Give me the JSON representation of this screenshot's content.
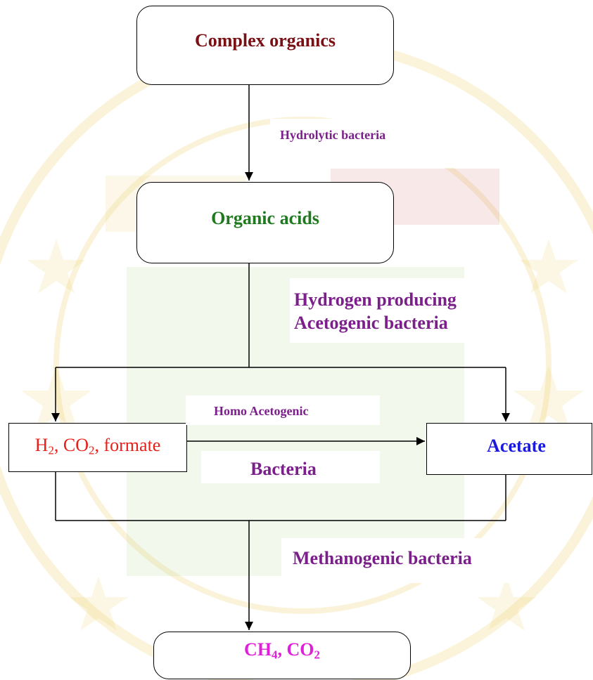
{
  "nodes": {
    "complex_organics": {
      "label": "Complex organics",
      "color": "#7a0f14"
    },
    "organic_acids": {
      "label": "Organic acids",
      "color": "#1f7a1f"
    },
    "h2_co2_formate": {
      "h": "H",
      "h_sub": "2",
      "sep1": ", CO",
      "co_sub": "2",
      "tail": ", formate",
      "color": "#e8201a"
    },
    "acetate": {
      "label": "Acetate",
      "color": "#1a1adf"
    },
    "ch4_co2": {
      "ch": "CH",
      "ch_sub": "4",
      "sep": ", CO",
      "co_sub": "2",
      "color": "#e020d8"
    }
  },
  "labels": {
    "hydrolytic": "Hydrolytic bacteria",
    "hydrogen_line1": "Hydrogen producing",
    "hydrogen_line2": "Acetogenic bacteria",
    "homo_acetogenic": "Homo Acetogenic",
    "bacteria": "Bacteria",
    "methanogenic": "Methanogenic bacteria"
  },
  "colors": {
    "label_purple": "#7b1f8a",
    "watermark_tint": "#e9c64a",
    "line": "#000000"
  }
}
